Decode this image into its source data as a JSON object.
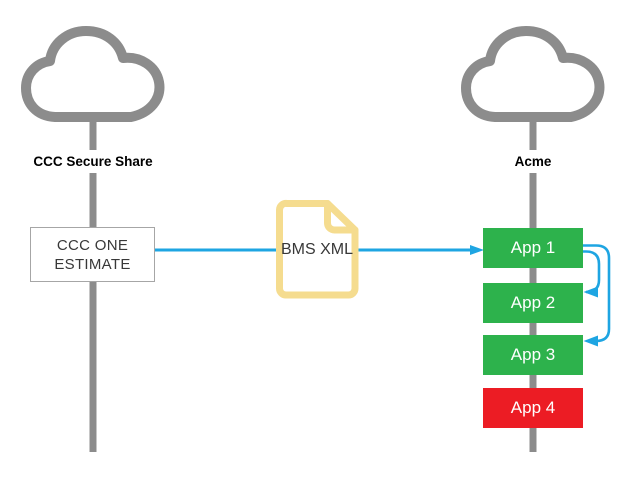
{
  "colors": {
    "gray": "#8c8c8c",
    "blue": "#1ea5e2",
    "green": "#2db24c",
    "red": "#ec1c24",
    "yellow": "#f5dc8f",
    "box_border": "#a6a6a6",
    "dark_text": "#383838",
    "label_text": "#000000"
  },
  "left_cloud": {
    "icon": "cloud-icon",
    "label": "CCC Secure Share"
  },
  "estimate_box": {
    "line1": "CCC ONE",
    "line2": "ESTIMATE"
  },
  "file": {
    "icon": "document-icon",
    "label": "BMS XML"
  },
  "right_cloud": {
    "icon": "cloud-icon",
    "label": "Acme"
  },
  "apps": [
    {
      "label": "App 1",
      "color": "#2db24c"
    },
    {
      "label": "App 2",
      "color": "#2db24c"
    },
    {
      "label": "App 3",
      "color": "#2db24c"
    },
    {
      "label": "App 4",
      "color": "#ec1c24"
    }
  ],
  "connections": [
    {
      "from": "CCC ONE ESTIMATE",
      "via": "BMS XML",
      "to": "App 1",
      "type": "straight-arrow"
    },
    {
      "from": "App 1",
      "to": "App 2",
      "type": "curved-arrow"
    },
    {
      "from": "App 1",
      "to": "App 3",
      "type": "curved-arrow"
    }
  ]
}
